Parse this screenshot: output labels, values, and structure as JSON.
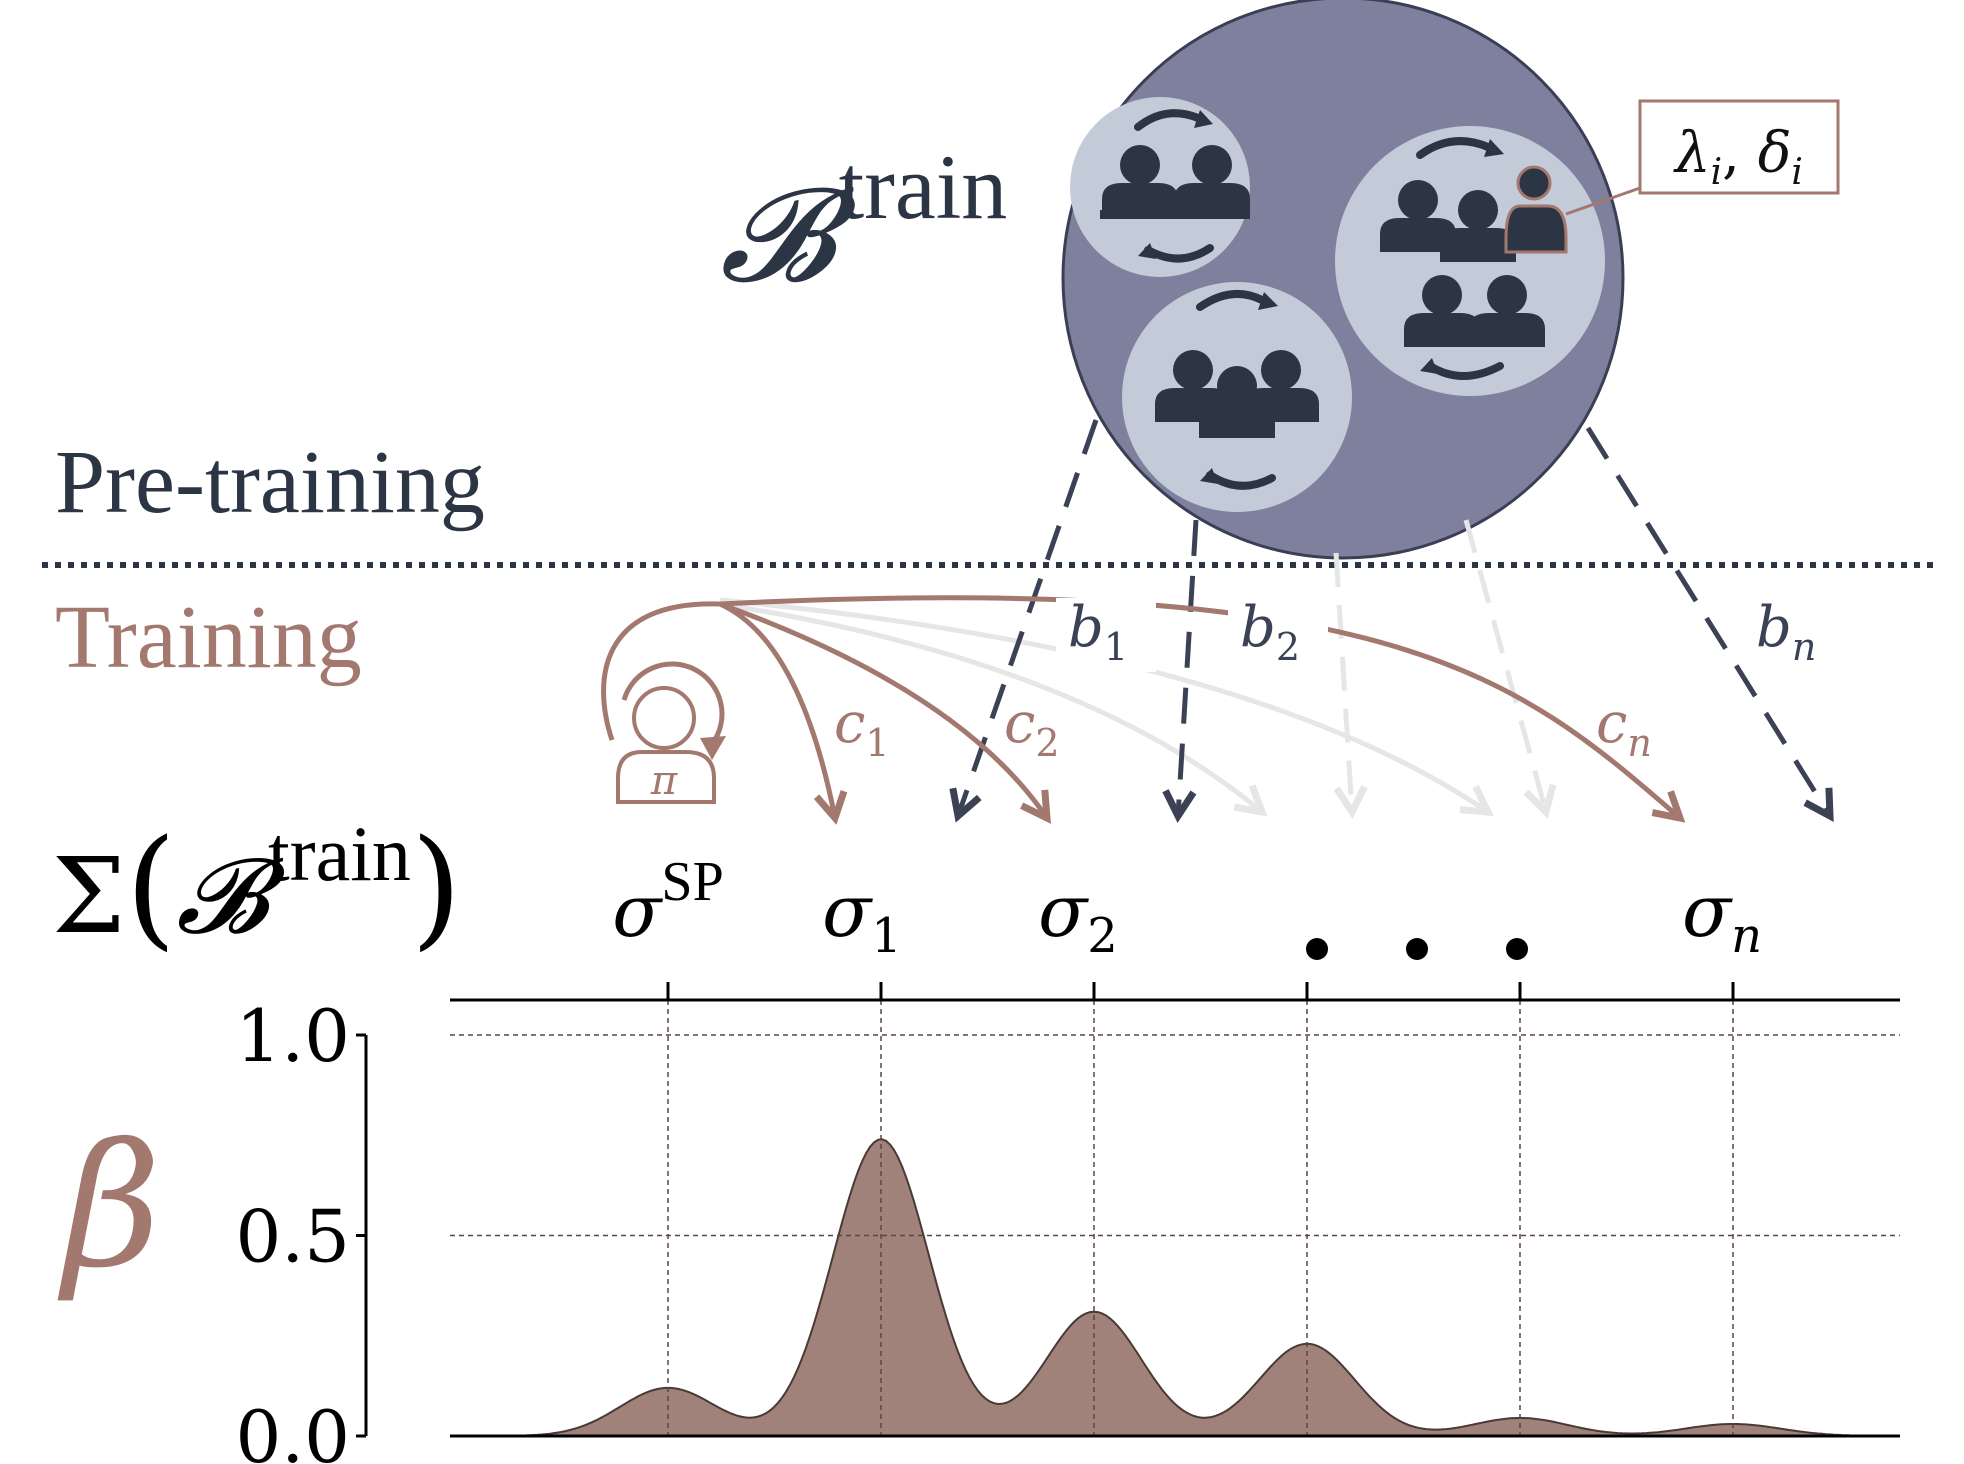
{
  "population": {
    "label_base": "𝓑",
    "label_sup": "train",
    "params": {
      "lambda": "λ",
      "delta": "δ",
      "sub": "i",
      "sep": ", "
    },
    "fill": "#7f809d",
    "bubble": "#c3cbd9",
    "figure": "#2b3544"
  },
  "phases": {
    "pretraining": "Pre-training",
    "training": "Training"
  },
  "policy": {
    "symbol": "π"
  },
  "set_label": {
    "sigma": "Σ",
    "open": "(",
    "base": "𝓑",
    "sup": "train",
    "close": ")"
  },
  "partners": {
    "sp": {
      "base": "σ",
      "sup": "SP"
    },
    "s1": {
      "base": "σ",
      "sub": "1"
    },
    "s2": {
      "base": "σ",
      "sub": "2"
    },
    "sn": {
      "base": "σ",
      "sub": "n"
    }
  },
  "edges": {
    "b1": {
      "base": "b",
      "sub": "1"
    },
    "b2": {
      "base": "b",
      "sub": "2"
    },
    "bn": {
      "base": "b",
      "sub": "n"
    },
    "c1": {
      "base": "c",
      "sub": "1"
    },
    "c2": {
      "base": "c",
      "sub": "2"
    },
    "cn": {
      "base": "c",
      "sub": "n"
    }
  },
  "colors": {
    "navy": "#3b4256",
    "brown": "#a2786f",
    "faded": "#e6e6e6",
    "density": "#a0827a"
  },
  "chart_data": {
    "type": "area",
    "ylabel": "β",
    "yticks": [
      "0.0",
      "0.5",
      "1.0"
    ],
    "ylim": [
      0,
      1
    ],
    "grid": true,
    "x": [
      0,
      1,
      2,
      3,
      4,
      5
    ],
    "peaks": [
      0.12,
      0.74,
      0.31,
      0.23,
      0.045,
      0.03
    ]
  }
}
